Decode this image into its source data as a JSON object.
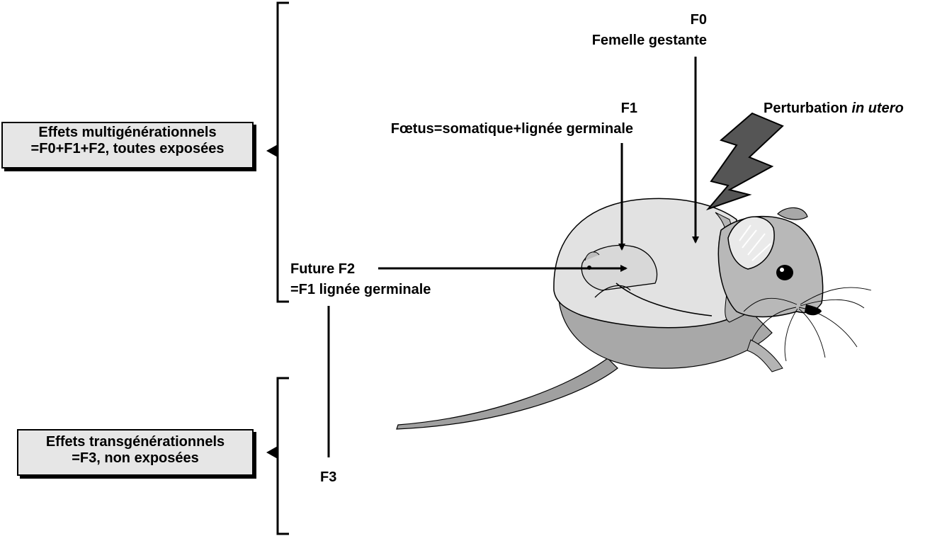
{
  "labels": {
    "f0_title": "F0",
    "f0_subtitle": "Femelle gestante",
    "f1_title": "F1",
    "f1_subtitle": "Fœtus=somatique+lignée germinale",
    "perturbation_main": "Perturbation ",
    "perturbation_italic": "in utero",
    "future_f2_line1": "Future F2",
    "future_f2_line2": "=F1 lignée germinale",
    "f3": "F3"
  },
  "boxes": {
    "multigenerational": {
      "line1": "Effets multigénérationnels",
      "line2": "=F0+F1+F2, toutes exposées"
    },
    "transgenerational": {
      "line1": "Effets transgénérationnels",
      "line2": "=F3, non exposées"
    }
  },
  "colors": {
    "box_fill": "#e6e6e6",
    "mouse_body": "#b4b4b4",
    "belly": "#e2e2e2",
    "lightning": "#555555"
  }
}
